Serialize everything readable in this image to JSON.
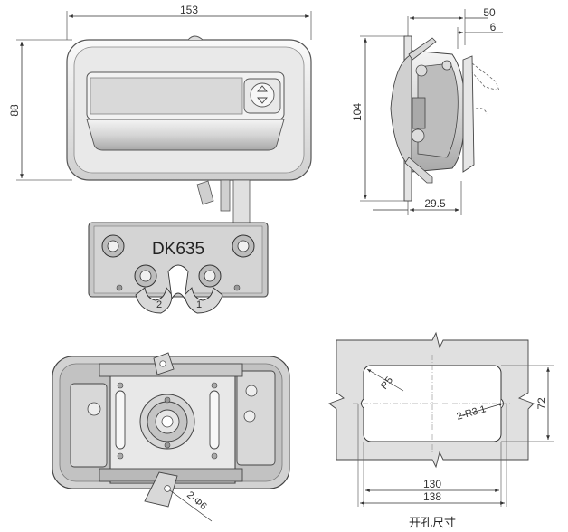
{
  "front_view": {
    "width_dim": "153",
    "height_dim": "88",
    "model_label": "DK635",
    "cam_mark_left": "2",
    "cam_mark_right": "1"
  },
  "side_view": {
    "depth_dim": "50",
    "flange_dim": "6",
    "height_dim": "104",
    "body_depth_dim": "29.5"
  },
  "rear_view": {
    "hole_dim": "2-Φ6"
  },
  "cutout": {
    "corner_radius": "R5",
    "notch_radius": "2-R3.1",
    "height_dim": "72",
    "inner_width_dim": "130",
    "outer_width_dim": "138",
    "caption": "开孔尺寸"
  }
}
